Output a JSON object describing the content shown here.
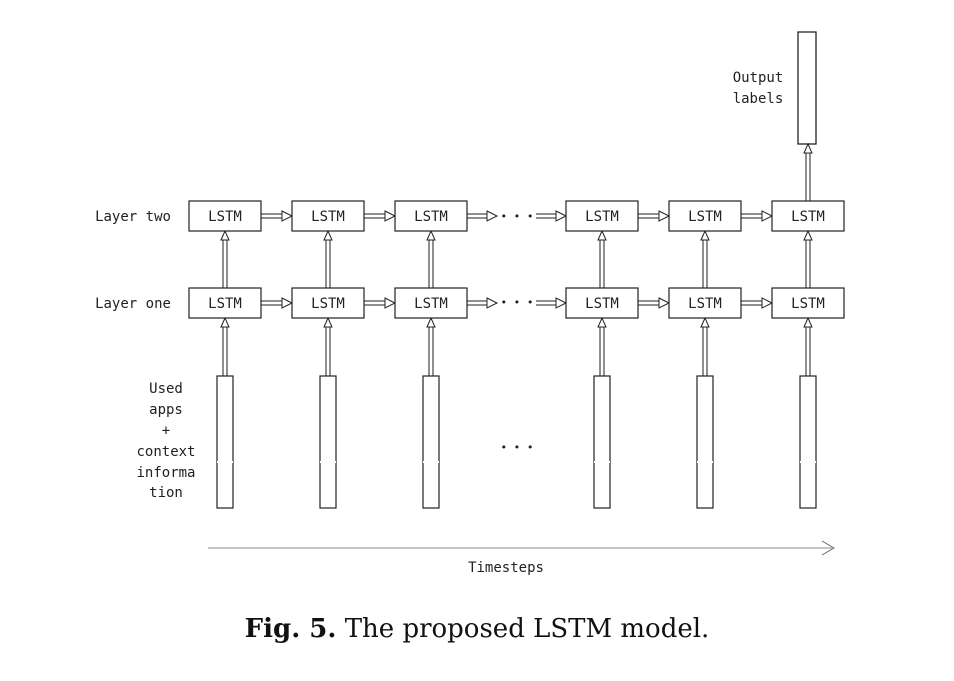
{
  "labels": {
    "layer_two": "Layer two",
    "layer_one": "Layer one",
    "input_lines": [
      "Used",
      "apps",
      "+",
      "context",
      "informa",
      "tion"
    ],
    "output_lines": [
      "Output",
      "labels"
    ],
    "timesteps": "Timesteps",
    "ellipsis": "• • •"
  },
  "cell_label": "LSTM",
  "caption": {
    "prefix": "Fig. 5.",
    "text": "The proposed LSTM model."
  }
}
